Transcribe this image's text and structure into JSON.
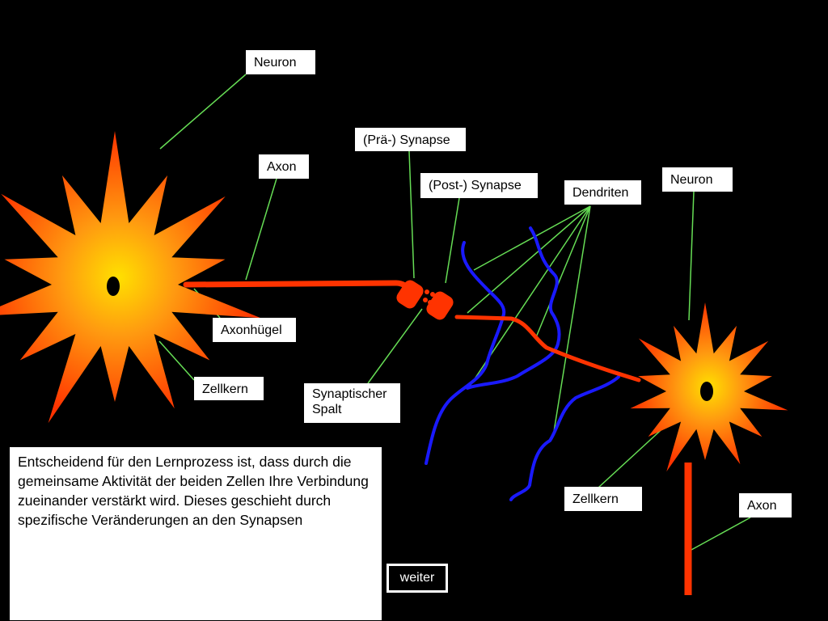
{
  "labels": {
    "neuron_left": "Neuron",
    "axon_left": "Axon",
    "pre_synapse": "(Prä-) Synapse",
    "post_synapse": "(Post-) Synapse",
    "dendriten": "Dendriten",
    "neuron_right": "Neuron",
    "axonhuegel": "Axonhügel",
    "zellkern_left": "Zellkern",
    "synaptischer_spalt": "Synaptischer Spalt",
    "zellkern_right": "Zellkern",
    "axon_right": "Axon"
  },
  "description": "Entscheidend für den Lernprozess ist, dass durch die gemeinsame Aktivität der beiden Zellen Ihre Verbindung zueinander verstärkt wird. Dieses geschieht durch spezifische Veränderungen an den Synapsen",
  "button": {
    "weiter": "weiter"
  },
  "colors": {
    "background": "#000000",
    "axon": "#ff3300",
    "neuron_inner": "#ffdd00",
    "neuron_outer": "#ff3300",
    "dendrite": "#1a1aff",
    "pointer_line": "#66dd55",
    "nucleus": "#000000"
  }
}
